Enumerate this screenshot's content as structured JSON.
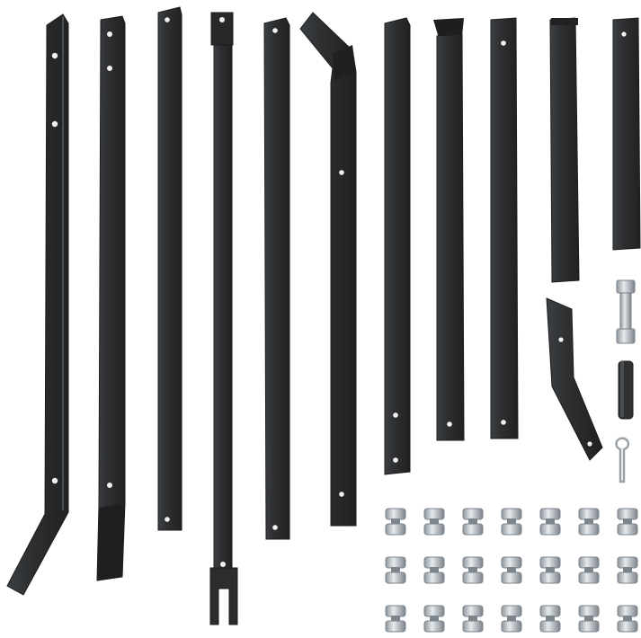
{
  "scene": {
    "background": "#ffffff",
    "metal_color": "#2f3133",
    "metal_edge": "#1c1d1e",
    "metal_highlight": "#4a4d50",
    "hole_color": "#f2f2f2",
    "zinc_color": "#b9c0c6",
    "zinc_dark": "#7d858c",
    "zinc_light": "#e3e7ea"
  },
  "components": {
    "long_bars": 11,
    "short_bracket": 1,
    "bolt_pin": 1,
    "hitch_pin": 1,
    "cotter_pin": 1,
    "fastener_rows": 3,
    "fastener_cols": 7
  }
}
